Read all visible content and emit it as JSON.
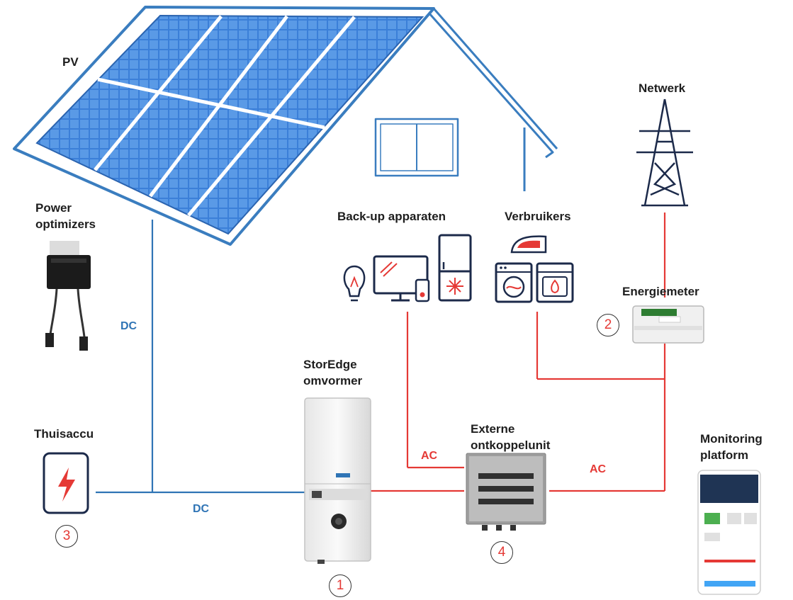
{
  "labels": {
    "pv": "PV",
    "netwerk": "Netwerk",
    "power_optimizers_1": "Power",
    "power_optimizers_2": "optimizers",
    "backup": "Back-up apparaten",
    "verbruikers": "Verbruikers",
    "energiemeter": "Energiemeter",
    "storedge_1": "StorEdge",
    "storedge_2": "omvormer",
    "thuisaccu": "Thuisaccu",
    "externe_1": "Externe",
    "externe_2": "ontkoppelunit",
    "monitoring_1": "Monitoring",
    "monitoring_2": "platform"
  },
  "line_labels": {
    "dc_vertical": "DC",
    "dc_horizontal": "DC",
    "ac_left": "AC",
    "ac_right": "AC"
  },
  "numbers": {
    "inverter": "1",
    "meter": "2",
    "battery": "3",
    "switch": "4"
  },
  "colors": {
    "dc_line": "#2f74b5",
    "ac_line": "#e53935",
    "number_text": "#e53935",
    "house_outline": "#3a7dbf",
    "panel_cell": "#4a8ee0"
  },
  "icons": [
    "solar-panel-roof",
    "power-optimizer",
    "battery-icon",
    "bulb-icon",
    "tv-icon",
    "remote-icon",
    "fridge-icon",
    "iron-icon",
    "washing-machine-icon",
    "oven-icon",
    "pylon-icon",
    "energy-meter",
    "inverter",
    "switch-box",
    "phone-app"
  ]
}
